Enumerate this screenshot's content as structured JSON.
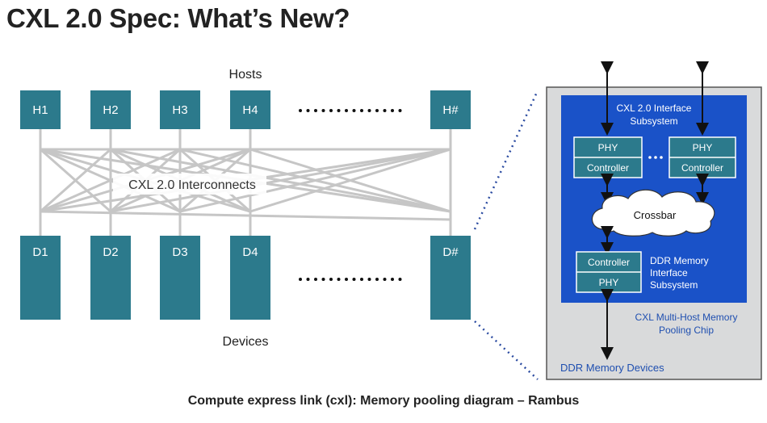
{
  "title": "CXL 2.0 Spec: What’s New?",
  "caption": "Compute express link (cxl): Memory pooling diagram – Rambus",
  "left": {
    "hosts_label": "Hosts",
    "devices_label": "Devices",
    "interconnect_label": "CXL 2.0 Interconnects",
    "hosts": [
      "H1",
      "H2",
      "H3",
      "H4",
      "H#"
    ],
    "devices": [
      "D1",
      "D2",
      "D3",
      "D4",
      "D#"
    ]
  },
  "chip": {
    "interface_subsystem": [
      "CXL 2.0 Interface",
      "Subsystem"
    ],
    "phy": "PHY",
    "controller": "Controller",
    "crossbar": "Crossbar",
    "ddr_subsystem": [
      "DDR Memory",
      "Interface",
      "Subsystem"
    ],
    "pooling_chip": [
      "CXL Multi-Host Memory",
      "Pooling Chip"
    ],
    "ddr_devices": "DDR Memory Devices"
  },
  "colors": {
    "teal": "#2c7a8c",
    "chip_blue": "#1a52c8",
    "gray_box": "#d9dadb",
    "link_gray": "#c6c6c6",
    "label_blue": "#1f4fb0"
  }
}
